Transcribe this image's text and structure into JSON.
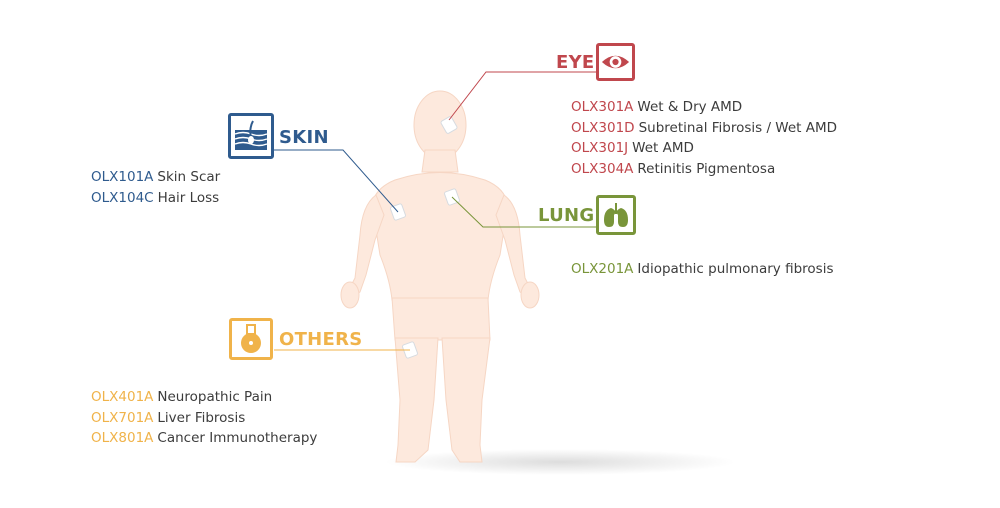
{
  "categories": {
    "skin": {
      "label": "SKIN",
      "color": "#2f5b8e",
      "icon": "skin-hair-icon",
      "items": [
        {
          "code": "OLX101A",
          "name": "Skin Scar"
        },
        {
          "code": "OLX104C",
          "name": "Hair Loss"
        }
      ]
    },
    "eye": {
      "label": "EYE",
      "color": "#c0474d",
      "icon": "eye-icon",
      "items": [
        {
          "code": "OLX301A",
          "name": "Wet & Dry AMD"
        },
        {
          "code": "OLX301D",
          "name": "Subretinal Fibrosis / Wet AMD"
        },
        {
          "code": "OLX301J",
          "name": "Wet AMD"
        },
        {
          "code": "OLX304A",
          "name": "Retinitis Pigmentosa"
        }
      ]
    },
    "lung": {
      "label": "LUNG",
      "color": "#79953a",
      "icon": "lungs-icon",
      "items": [
        {
          "code": "OLX201A",
          "name": "Idiopathic pulmonary fibrosis"
        }
      ]
    },
    "others": {
      "label": "OTHERS",
      "color": "#f0b34a",
      "icon": "flask-icon",
      "items": [
        {
          "code": "OLX401A",
          "name": "Neuropathic Pain"
        },
        {
          "code": "OLX701A",
          "name": "Liver Fibrosis"
        },
        {
          "code": "OLX801A",
          "name": "Cancer Immunotherapy"
        }
      ]
    }
  }
}
